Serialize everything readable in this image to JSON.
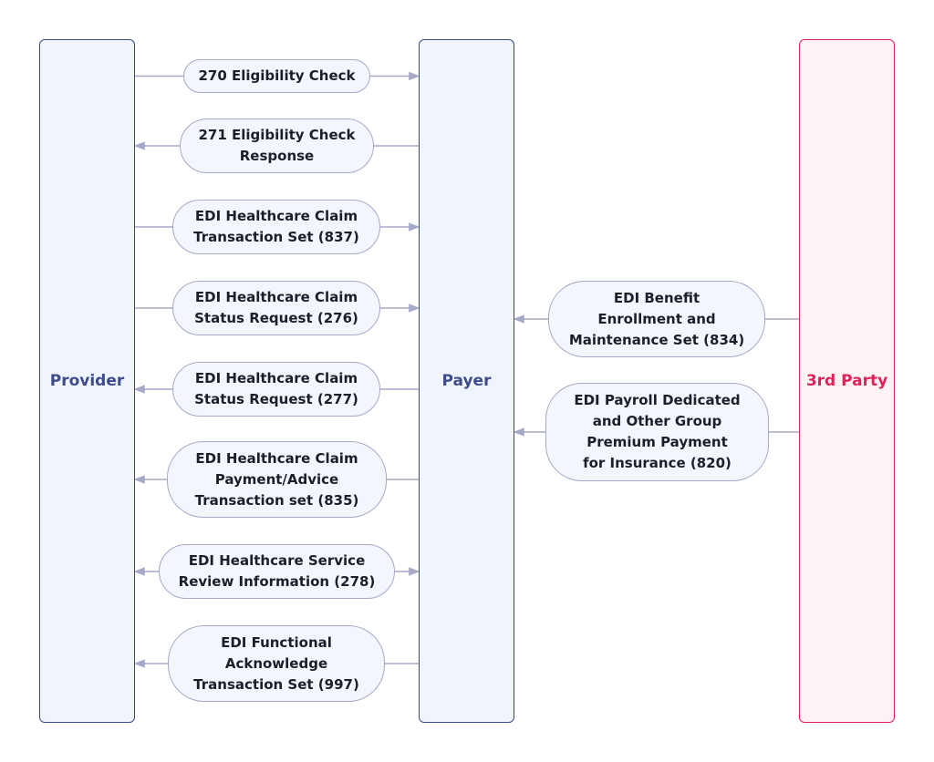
{
  "lanes": {
    "provider": "Provider",
    "payer": "Payer",
    "third_party": "3rd Party"
  },
  "messages": [
    {
      "label": "270 Eligibility Check",
      "direction": "to-payer"
    },
    {
      "label": "271 Eligibility Check\nResponse",
      "direction": "to-provider"
    },
    {
      "label": "EDI Healthcare Claim\nTransaction Set (837)",
      "direction": "to-payer"
    },
    {
      "label": "EDI Healthcare Claim\nStatus Request (276)",
      "direction": "to-payer"
    },
    {
      "label": "EDI Healthcare Claim\nStatus Request (277)",
      "direction": "to-provider"
    },
    {
      "label": "EDI Healthcare Claim\nPayment/Advice\nTransaction set (835)",
      "direction": "to-provider"
    },
    {
      "label": "EDI Healthcare Service\nReview Information (278)",
      "direction": "bidirectional"
    },
    {
      "label": "EDI Functional\nAcknowledge\nTransaction Set (997)",
      "direction": "to-provider"
    }
  ],
  "third_party_messages": [
    {
      "label": "EDI Benefit\nEnrollment and\nMaintenance Set (834)",
      "direction": "to-payer"
    },
    {
      "label": "EDI Payroll Dedicated\nand Other Group\nPremium Payment\nfor Insurance (820)",
      "direction": "to-payer"
    }
  ],
  "colors": {
    "lane_blue_border": "#3d4b8a",
    "lane_blue_fill": "#f0f4fd",
    "lane_red_border": "#e0215a",
    "lane_red_fill": "#fdf3f5",
    "connector": "#a6a9c8",
    "pill_fill": "#f3f6fc",
    "text": "#1e1e2a"
  }
}
